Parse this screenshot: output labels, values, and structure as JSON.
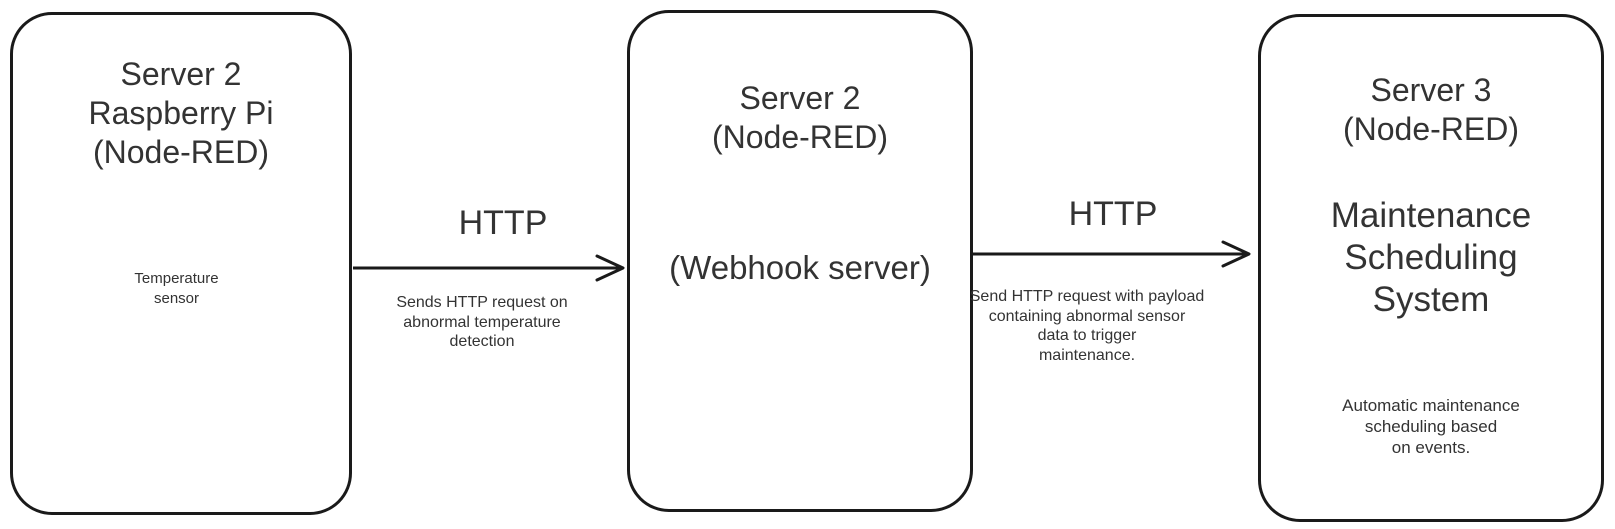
{
  "diagram": {
    "background_color": "#ffffff",
    "stroke_color": "#1a1a1a",
    "text_color": "#333333",
    "nodes": [
      {
        "id": "server2-raspberry-pi",
        "title_lines": [
          "Server 2",
          "Raspberry Pi",
          "(Node-RED)"
        ],
        "inner_node": {
          "id": "temperature-sensor",
          "label_lines": [
            "Temperature",
            "sensor"
          ]
        }
      },
      {
        "id": "server2-webhook",
        "title_lines": [
          "Server 2",
          "(Node-RED)"
        ],
        "sublabel": "(Webhook server)"
      },
      {
        "id": "server3-maintenance",
        "title_lines": [
          "Server 3",
          "(Node-RED)"
        ],
        "body_lines": [
          "Maintenance",
          "Scheduling",
          "System"
        ],
        "note_lines": [
          "Automatic maintenance",
          "scheduling based",
          "on events."
        ]
      }
    ],
    "edges": [
      {
        "id": "edge-1",
        "label": "HTTP",
        "description_lines": [
          "Sends HTTP request on",
          "abnormal temperature",
          "detection"
        ]
      },
      {
        "id": "edge-2",
        "label": "HTTP",
        "description_lines": [
          "Send HTTP request with payload",
          "containing abnormal sensor",
          "data to trigger",
          "maintenance."
        ]
      }
    ]
  }
}
